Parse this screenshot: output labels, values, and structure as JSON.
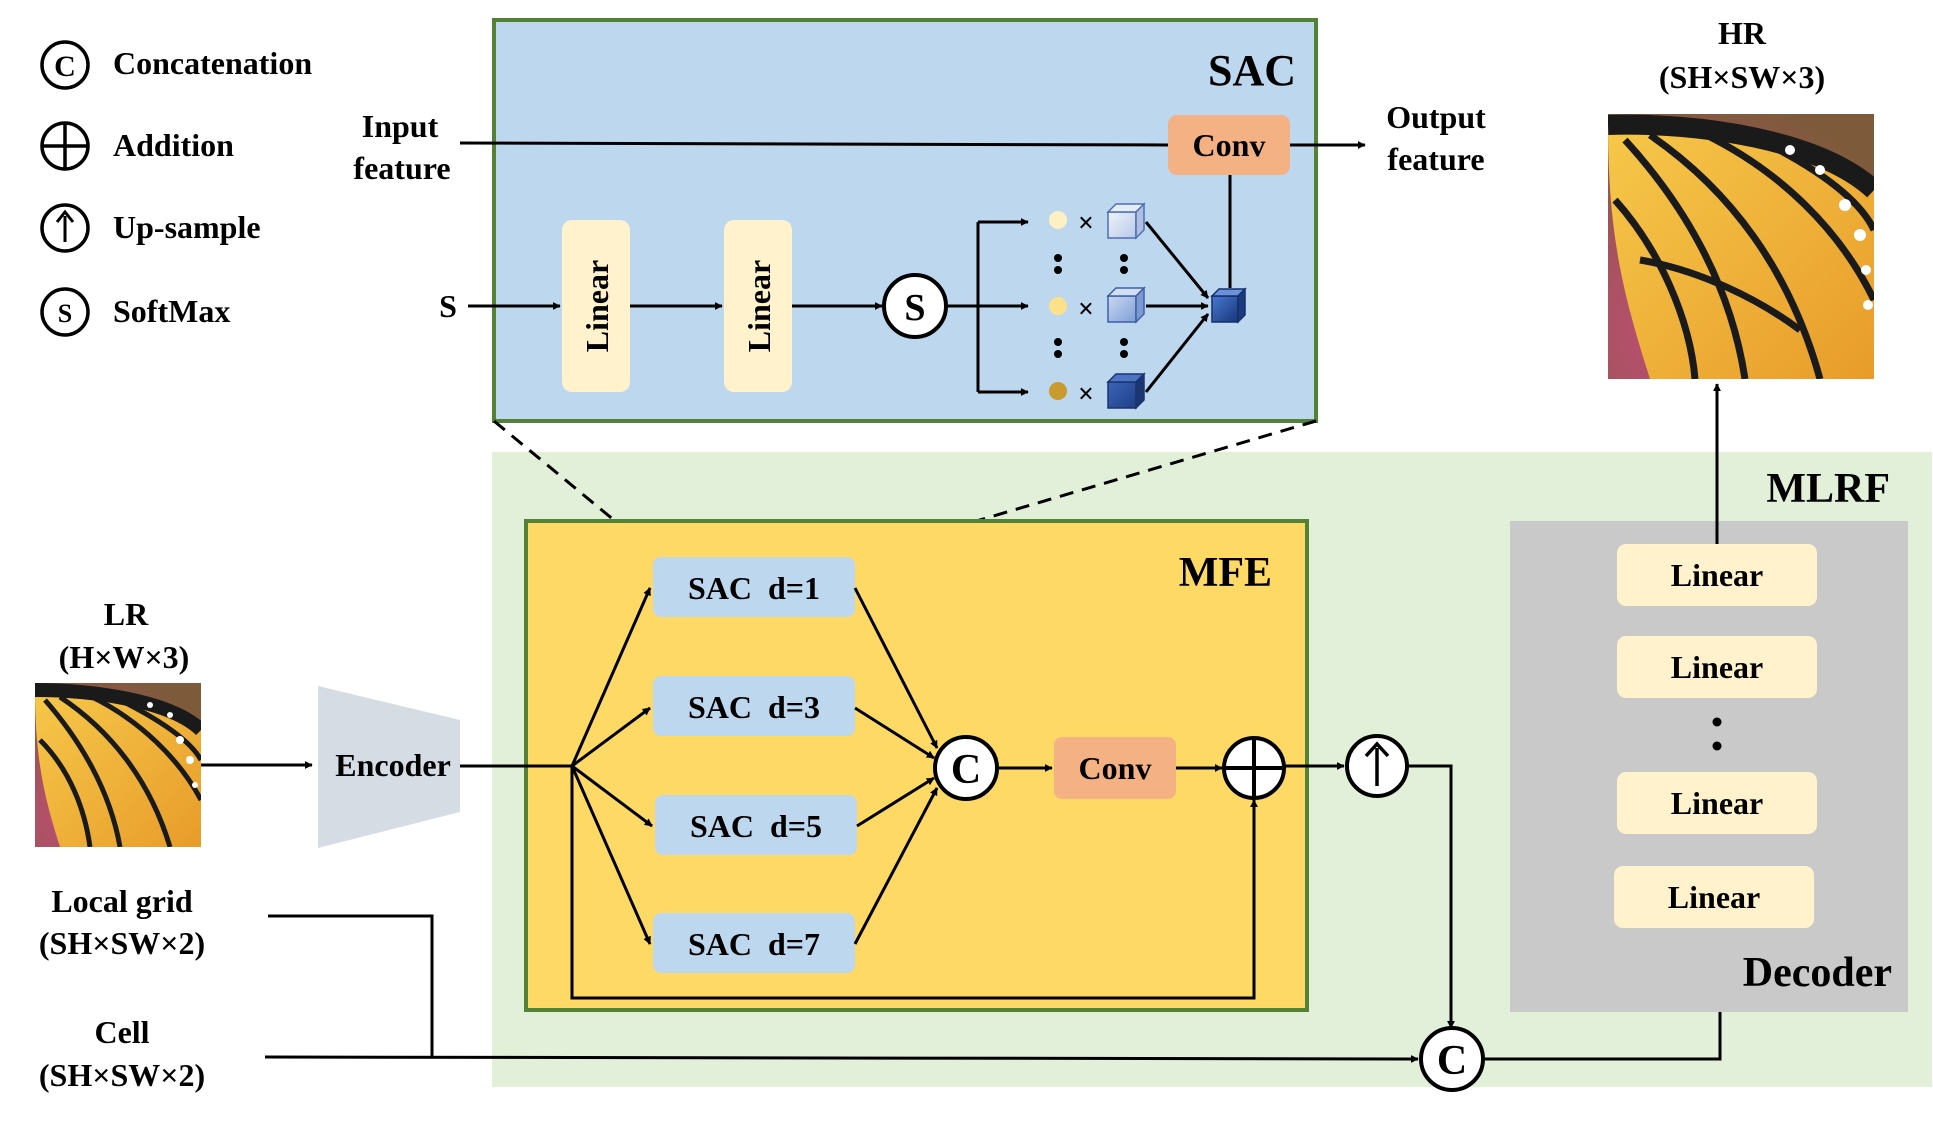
{
  "legend": {
    "concatenation": "Concatenation",
    "addition": "Addition",
    "upsample": "Up-sample",
    "softmax": "SoftMax"
  },
  "symbols": {
    "concat": "C",
    "softmax": "S"
  },
  "sac_block": {
    "title": "SAC",
    "input_label_1": "Input",
    "input_label_2": "feature",
    "output_label_1": "Output",
    "output_label_2": "feature",
    "conv": "Conv",
    "s_input": "S",
    "linear_1": "Linear",
    "linear_2": "Linear",
    "times": "×"
  },
  "mlrf": {
    "title": "MLRF"
  },
  "mfe": {
    "title": "MFE",
    "sac_1": "SAC  d=1",
    "sac_3": "SAC  d=3",
    "sac_5": "SAC  d=5",
    "sac_7": "SAC  d=7",
    "conv": "Conv"
  },
  "inputs": {
    "lr_title": "LR",
    "lr_dims": "(H×W×3)",
    "encoder": "Encoder",
    "local_grid": "Local grid",
    "local_grid_dims": "(SH×SW×2)",
    "cell": "Cell",
    "cell_dims": "(SH×SW×2)"
  },
  "output": {
    "hr_title": "HR",
    "hr_dims": "(SH×SW×3)"
  },
  "decoder": {
    "title": "Decoder",
    "linear_1": "Linear",
    "linear_2": "Linear",
    "linear_3": "Linear",
    "linear_4": "Linear"
  },
  "colors": {
    "sac_bg": "#bdd7ee",
    "mfe_bg": "#ffd966",
    "mlrf_bg": "#e2efd9",
    "border_green": "#538135",
    "sac_box": "#bdd7ee",
    "linear_box": "#fff2cc",
    "conv_box": "#f4b183",
    "encoder": "#d6dce4",
    "decoder_bg": "#c9c9c9"
  }
}
